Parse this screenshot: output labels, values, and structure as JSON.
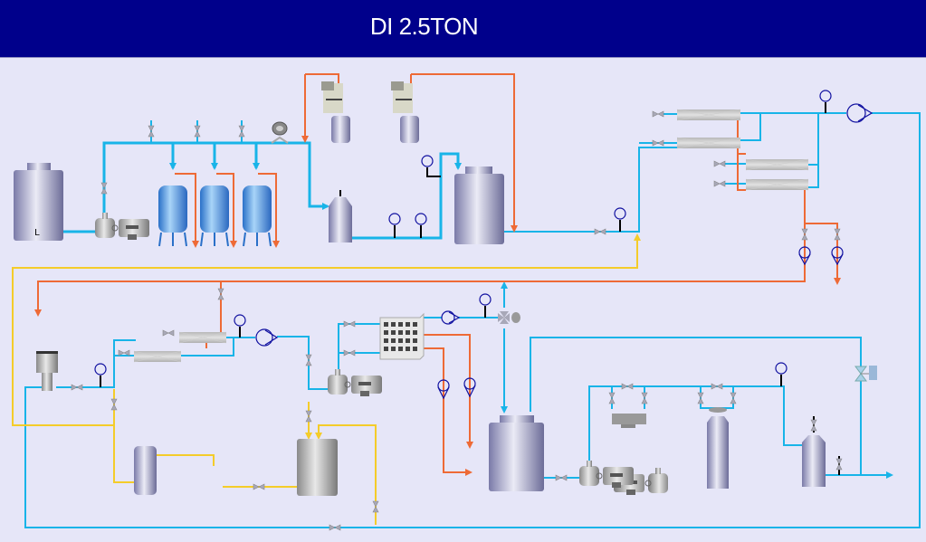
{
  "header": {
    "title": "DI 2.5TON"
  },
  "diagram": {
    "raw_tank_label": "L",
    "colors": {
      "header_bg": "#00008b",
      "canvas_bg": "#e6e6f8",
      "water_line": "#18b4e8",
      "drain_line": "#ee6a36",
      "return_line": "#f4cc2a",
      "gauge": "#1010a0"
    },
    "equipment": [
      "raw-water-tank",
      "feed-pump",
      "softener-vessel-1",
      "softener-vessel-2",
      "softener-vessel-3",
      "chemical-dosing-tank-1",
      "chemical-dosing-tank-2",
      "cartridge-filter",
      "intermediate-tank",
      "ro-membrane-1",
      "ro-membrane-2",
      "ro-membrane-3",
      "ro-membrane-4",
      "flow-meter",
      "edi-module",
      "booster-pump",
      "cip-tank",
      "cip-pump",
      "uv-sterilizer",
      "heat-exchanger-1",
      "heat-exchanger-2",
      "pure-water-tank",
      "supply-pump",
      "polishing-unit",
      "mixed-bed-column",
      "final-filter"
    ]
  }
}
